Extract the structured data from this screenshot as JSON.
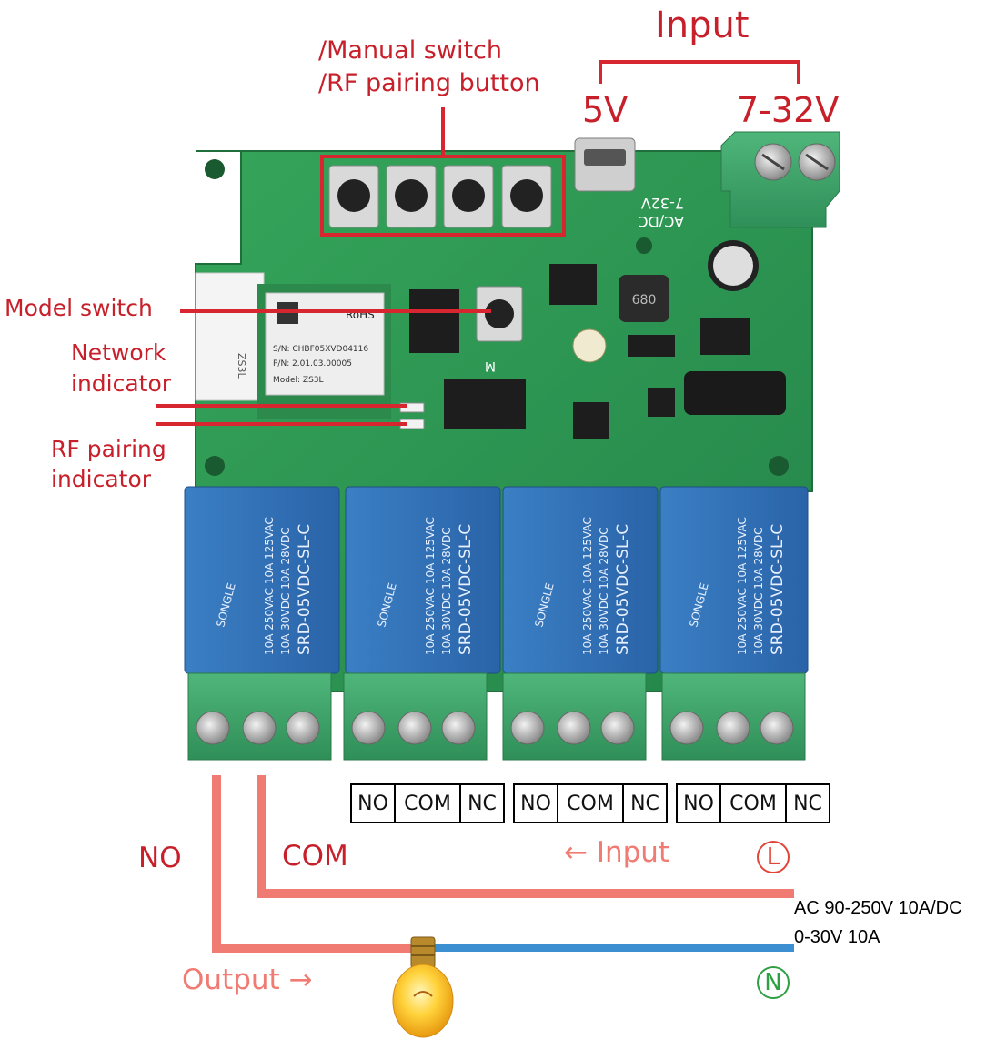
{
  "labels": {
    "input": "Input",
    "v5": "5V",
    "v7_32": "7-32V",
    "manual_switch": "/Manual switch",
    "rf_pairing_button": "/RF pairing button",
    "model_switch": "Model switch",
    "network_indicator_1": "Network",
    "network_indicator_2": "indicator",
    "rf_pairing_indicator_1": "RF pairing",
    "rf_pairing_indicator_2": "indicator",
    "no": "NO",
    "com": "COM",
    "input_arrow": "←  Input",
    "output_arrow": "Output  →",
    "live": "L",
    "neutral": "N",
    "spec_line1": "AC 90-250V 10A/DC",
    "spec_line2": "0-30V 10A"
  },
  "terminal_groups": [
    [
      "NO",
      "COM",
      "NC"
    ],
    [
      "NO",
      "COM",
      "NC"
    ],
    [
      "NO",
      "COM",
      "NC"
    ]
  ],
  "board": {
    "relay_text_1": "SRD-05VDC-SL-C",
    "relay_text_2": "10A 250VAC 10A 125VAC",
    "relay_text_3": "10A 30VDC 10A 28VDC",
    "relay_brand": "SONGLE",
    "module_model": "Model: ZS3L",
    "module_sn": "S/N: CHBF05XVD04116",
    "module_pn": "P/N: 2.01.03.00005",
    "module_side": "ZS3L",
    "module_rohs": "RoHS",
    "dc_label": "AC/DC",
    "dc_label_2": "7-32V",
    "m_label": "M",
    "inductor_text": "680"
  },
  "colors": {
    "annotation_red": "#c8202b",
    "pcb_green": "#2f9a52",
    "relay_blue": "#2d6fb4",
    "terminal_green": "#3ea56a",
    "live_wire": "#f07b73",
    "neutral_wire": "#3c8fd0",
    "neutral_symbol": "#2ea043"
  }
}
